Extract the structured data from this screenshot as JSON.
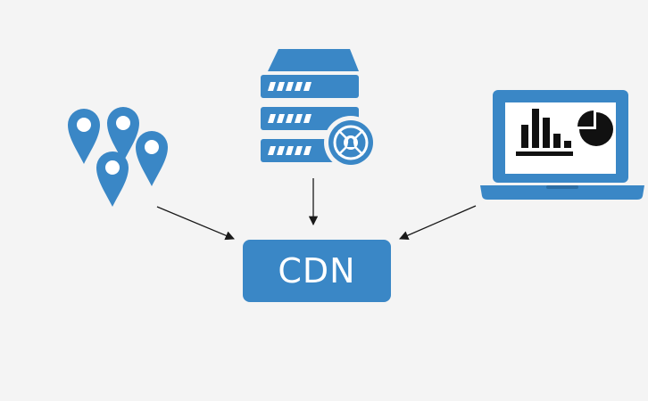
{
  "colors": {
    "background": "#f4f4f4",
    "brand_blue": "#3a87c6",
    "arrow": "#1a1a1a",
    "white": "#ffffff",
    "chart_black": "#111111"
  },
  "cdn": {
    "label": "CDN"
  },
  "nodes": {
    "locations": {
      "icon": "location-pins-icon"
    },
    "server": {
      "icon": "server-rack-icon",
      "badge_icon": "lock-badge-icon"
    },
    "laptop": {
      "icon": "laptop-icon",
      "screen_icons": [
        "bar-chart-icon",
        "pie-chart-icon"
      ]
    }
  },
  "edges": [
    {
      "from": "locations",
      "to": "cdn"
    },
    {
      "from": "server",
      "to": "cdn"
    },
    {
      "from": "laptop",
      "to": "cdn"
    }
  ]
}
